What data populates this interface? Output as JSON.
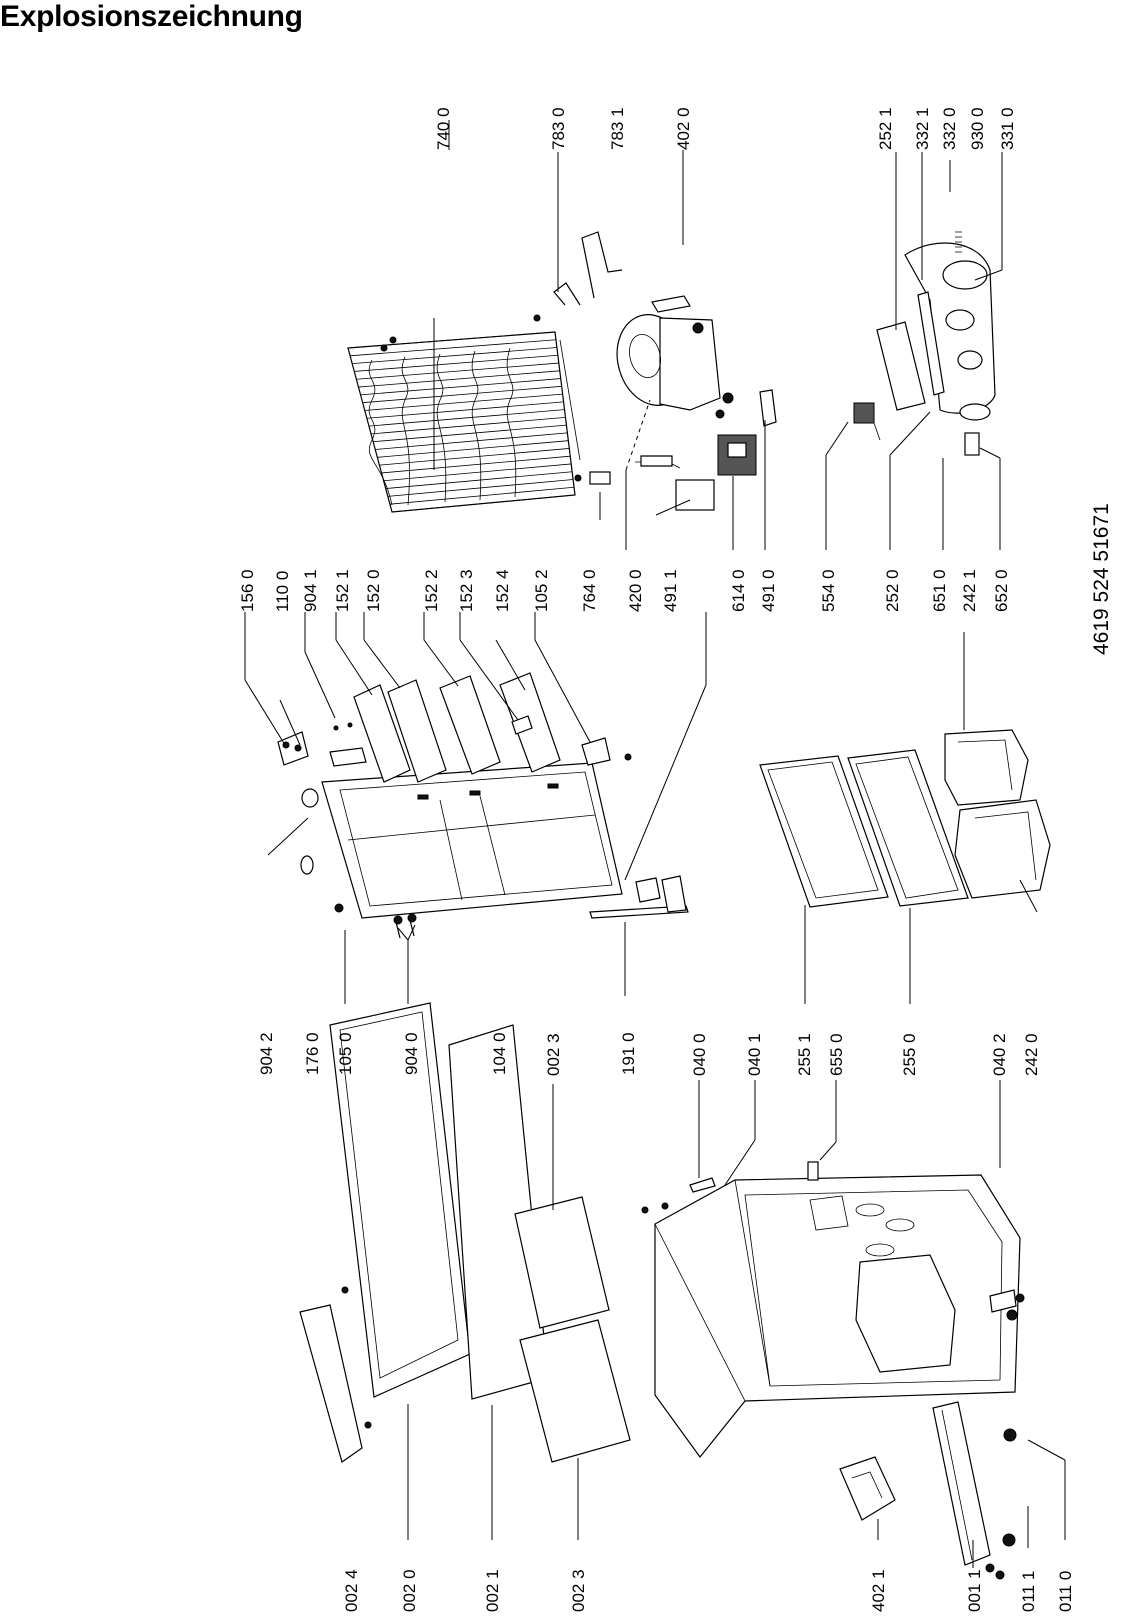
{
  "title": "Explosionszeichnung",
  "document_code": "4619 524 51671",
  "labels": {
    "top_right": [
      "740 0",
      "783 0",
      "783 1",
      "402 0",
      "252 1",
      "332 1",
      "332 0",
      "930 0",
      "331 0"
    ],
    "upper_mid": [
      "156 0",
      "110 0",
      "904 1",
      "152 1",
      "152 0",
      "152 2",
      "152 3",
      "152 4",
      "105 2",
      "764 0",
      "420 0",
      "491 1",
      "614 0",
      "491 0",
      "554 0",
      "252 0",
      "651 0",
      "242 1",
      "652 0"
    ],
    "lower_mid": [
      "904 2",
      "176 0",
      "105 0",
      "904 0",
      "104 0",
      "191 0",
      "002 3",
      "040 0",
      "040 1",
      "255 1",
      "655 0",
      "255 0",
      "040 2",
      "242 0"
    ],
    "bottom": [
      "002 4",
      "002 0",
      "002 1",
      "002 3",
      "402 1",
      "001 1",
      "011 1",
      "011 0"
    ]
  }
}
